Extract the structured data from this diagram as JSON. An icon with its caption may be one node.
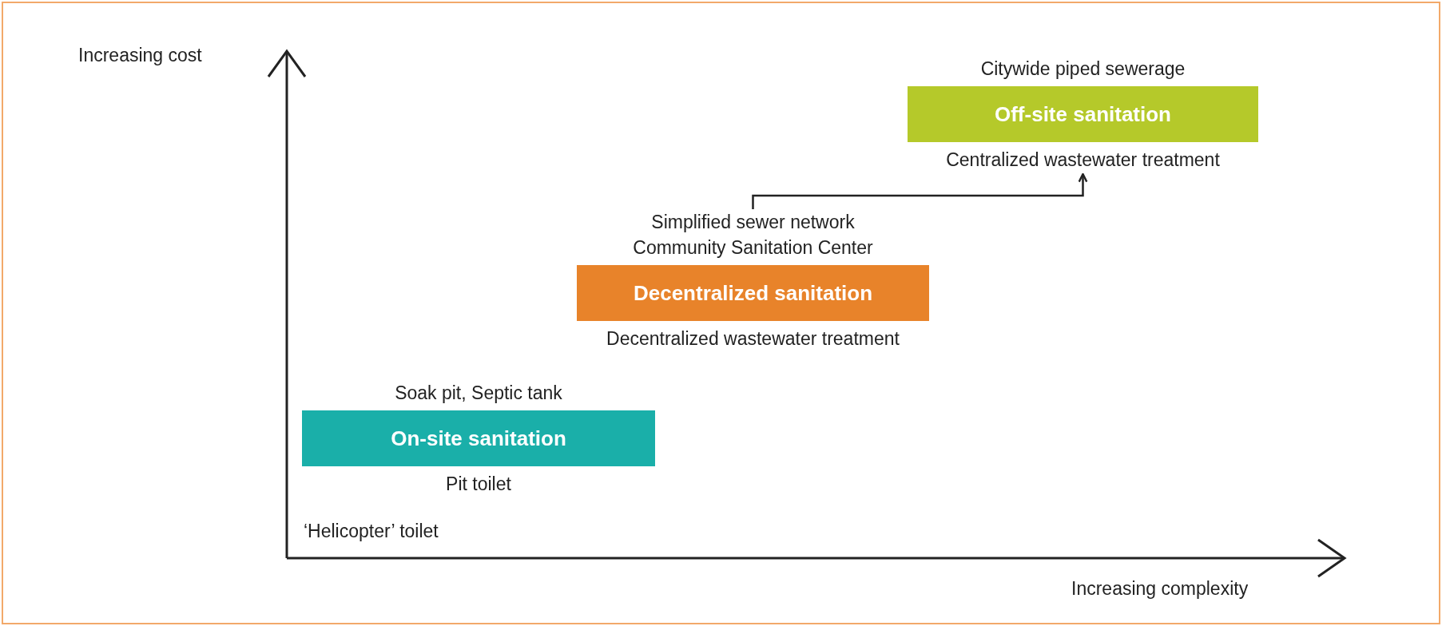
{
  "diagram": {
    "nodes": [
      {
        "text": [
          "On-site sanitation"
        ],
        "beside": [
          "Soak pit, Septic tank",
          "Pit toilet"
        ]
      },
      {
        "text": [
          "Decentralized sanitation"
        ],
        "beside": [
          "Simplified sewer network",
          "Community Sanitation Center",
          "Decentralized wastewater treatment"
        ]
      },
      {
        "text": [
          "Off-site sanitation"
        ],
        "beside": [
          "Citywide piped sewerage",
          "Centralized wastewater treatment"
        ]
      }
    ],
    "edges": [
      {
        "from": 1,
        "to": 2,
        "arrow": "to"
      }
    ],
    "labels": [
      "Increasing cost",
      "‘Helicopter’ toilet",
      "Increasing complexity"
    ]
  }
}
